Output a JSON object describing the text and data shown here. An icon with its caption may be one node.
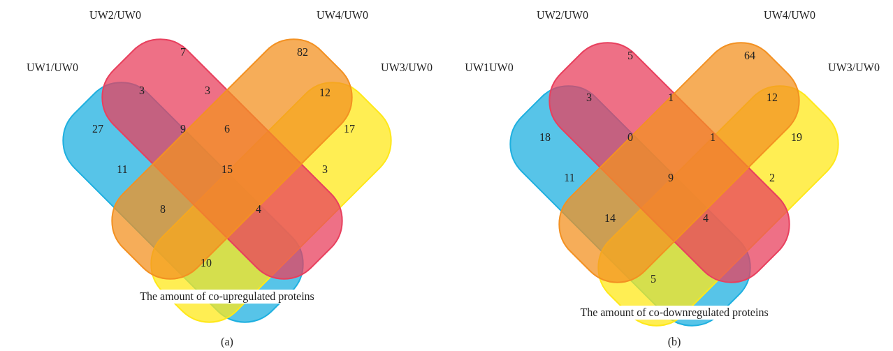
{
  "diagram": {
    "nodes": [
      {
        "text": [
          "UW2/UW0"
        ]
      },
      {
        "text": [
          "UW4/UW0"
        ]
      },
      {
        "text": [
          "UW1/UW0"
        ]
      },
      {
        "text": [
          "UW3/UW0"
        ]
      },
      {
        "text": [
          "UW2/UW0"
        ]
      },
      {
        "text": [
          "UW4/UW0"
        ]
      },
      {
        "text": [
          "UW1UW0"
        ]
      },
      {
        "text": [
          "UW3/UW0"
        ]
      }
    ],
    "edges": [],
    "labels": [
      "7",
      "82",
      "3",
      "3",
      "12",
      "27",
      "9",
      "6",
      "17",
      "11",
      "15",
      "3",
      "8",
      "4",
      "10",
      "The amount of co-upregulated proteins",
      "5",
      "64",
      "3",
      "1",
      "12",
      "18",
      "0",
      "1",
      "19",
      "11",
      "9",
      "2",
      "14",
      "4",
      "5",
      "The amount of co-downregulated proteins",
      "(a)",
      "(b)"
    ]
  }
}
